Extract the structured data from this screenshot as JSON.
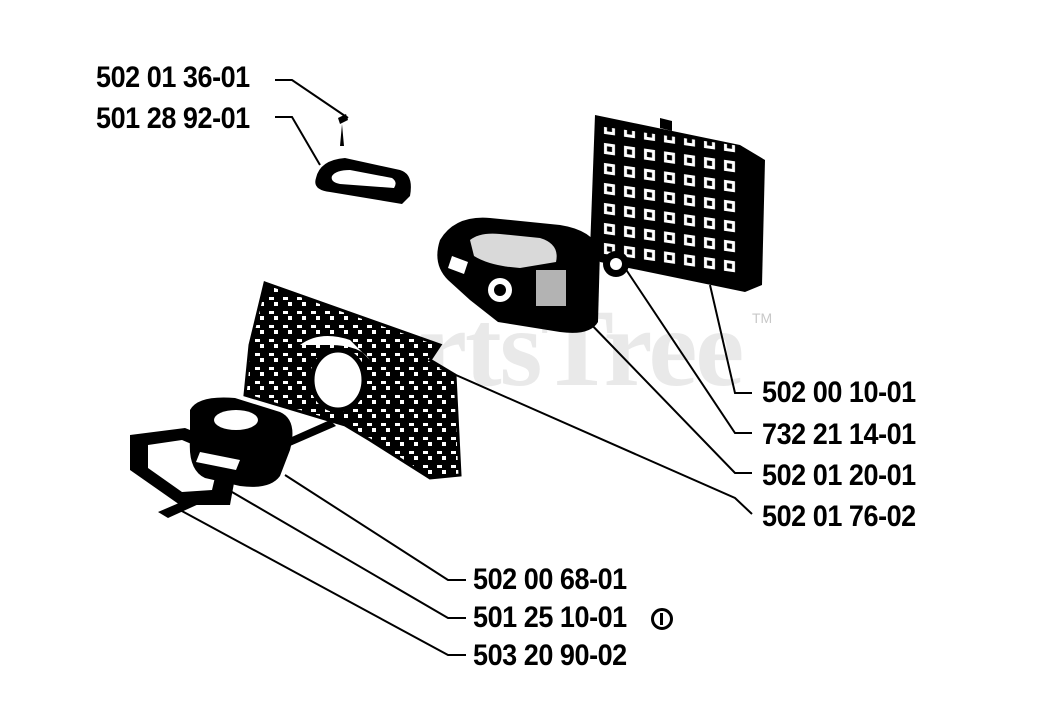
{
  "watermark": {
    "text": "PartsTree",
    "trademark": "TM"
  },
  "part_labels": [
    {
      "id": "p1",
      "number": "502 01 36-01"
    },
    {
      "id": "p2",
      "number": "501 28 92-01"
    },
    {
      "id": "p3",
      "number": "502 00 10-01"
    },
    {
      "id": "p4",
      "number": "732 21 14-01"
    },
    {
      "id": "p5",
      "number": "502 01 20-01"
    },
    {
      "id": "p6",
      "number": "502 01 76-02"
    },
    {
      "id": "p7",
      "number": "502 00 68-01"
    },
    {
      "id": "p8",
      "number": "501 25 10-01",
      "footnote": "circle-1"
    },
    {
      "id": "p9",
      "number": "503 20 90-02"
    }
  ],
  "colors": {
    "ink": "#000000",
    "paper": "#ffffff",
    "watermark": "#d8d8d8"
  }
}
